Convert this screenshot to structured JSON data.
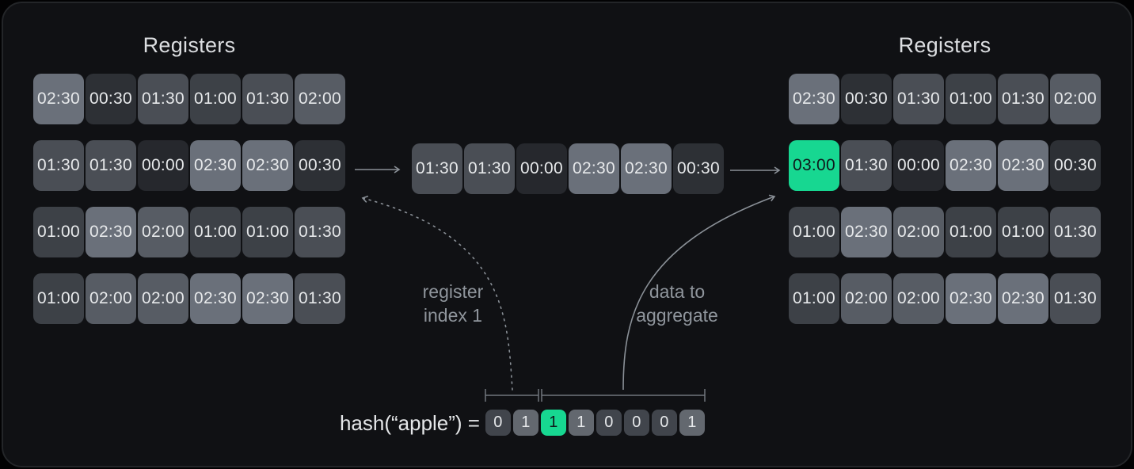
{
  "colors": {
    "accent": "#17d791",
    "accent_text": "#10181b",
    "cell_text": "#e6e8ea",
    "value_shades": {
      "00:00": "#26282d",
      "00:30": "#2d3035",
      "01:00": "#3d4147",
      "01:30": "#4a4e55",
      "02:00": "#575c64",
      "02:30": "#6a707a",
      "03:00": "#17d791"
    },
    "bit_zero_bg": "#41454c",
    "bit_one_bg": "#63686f",
    "arrow": "#8a9097"
  },
  "left_registers": {
    "title": "Registers",
    "rows": [
      [
        "02:30",
        "00:30",
        "01:30",
        "01:00",
        "01:30",
        "02:00"
      ],
      [
        "01:30",
        "01:30",
        "00:00",
        "02:30",
        "02:30",
        "00:30"
      ],
      [
        "01:00",
        "02:30",
        "02:00",
        "01:00",
        "01:00",
        "01:30"
      ],
      [
        "01:00",
        "02:00",
        "02:00",
        "02:30",
        "02:30",
        "01:30"
      ]
    ]
  },
  "extracted_row": {
    "cells": [
      "01:30",
      "01:30",
      "00:00",
      "02:30",
      "02:30",
      "00:30"
    ]
  },
  "right_registers": {
    "title": "Registers",
    "rows": [
      [
        "02:30",
        "00:30",
        "01:30",
        "01:00",
        "01:30",
        "02:00"
      ],
      [
        "03:00",
        "01:30",
        "00:00",
        "02:30",
        "02:30",
        "00:30"
      ],
      [
        "01:00",
        "02:30",
        "02:00",
        "01:00",
        "01:00",
        "01:30"
      ],
      [
        "01:00",
        "02:00",
        "02:00",
        "02:30",
        "02:30",
        "01:30"
      ]
    ]
  },
  "labels": {
    "register_index": {
      "line1": "register",
      "line2": "index 1"
    },
    "aggregate": {
      "line1": "data to",
      "line2": "aggregate"
    }
  },
  "hash": {
    "label": "hash(“apple”) =",
    "bits": [
      "0",
      "1",
      "1",
      "1",
      "0",
      "0",
      "0",
      "1"
    ],
    "highlight_index": 2
  }
}
